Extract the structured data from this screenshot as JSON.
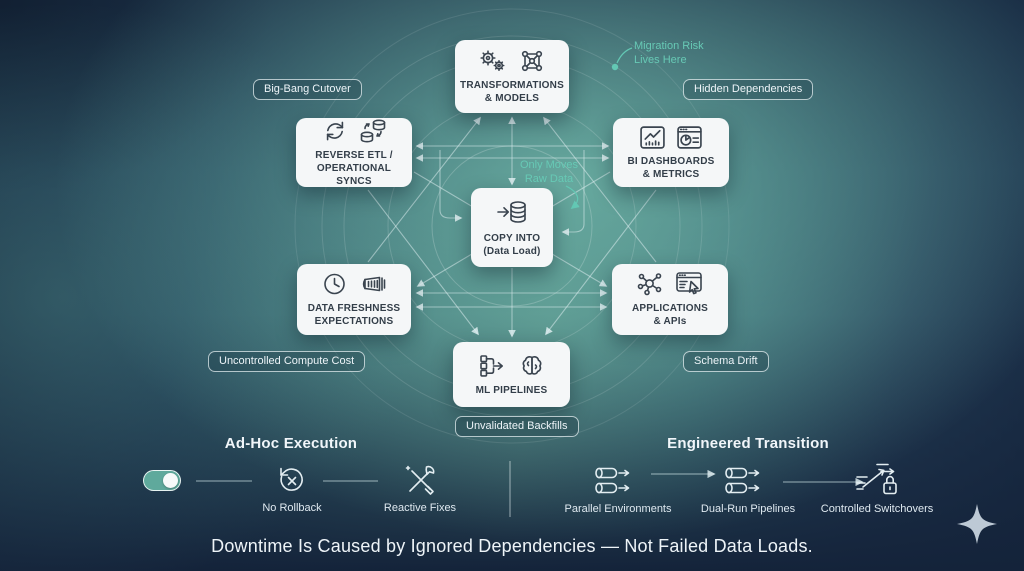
{
  "headline": "Downtime Is Caused by Ignored Dependencies — Not Failed Data Loads.",
  "colors": {
    "teal_accent": "#63c8b4",
    "card_bg": "#f5f7f8",
    "background_navy": "#182c42",
    "background_teal": "#4f8481"
  },
  "diagram": {
    "nodes": {
      "transformations": {
        "label": "TRANSFORMATIONS\n& MODELS",
        "icons": [
          "gears-icon",
          "neural-network-icon"
        ]
      },
      "reverse_etl": {
        "label": "REVERSE ETL /\nOPERATIONAL SYNCS",
        "icons": [
          "sync-arrows-icon",
          "database-sync-icon"
        ]
      },
      "bi_dashboards": {
        "label": "BI DASHBOARDS\n& METRICS",
        "icons": [
          "line-chart-icon",
          "report-pie-icon"
        ]
      },
      "copy_into": {
        "label": "COPY INTO\n(Data Load)",
        "icons": [
          "load-database-icon"
        ]
      },
      "data_freshness": {
        "label": "DATA FRESHNESS\nEXPECTATIONS",
        "icons": [
          "clock-icon",
          "gauge-icon"
        ]
      },
      "applications": {
        "label": "APPLICATIONS\n& APIs",
        "icons": [
          "network-hub-icon",
          "browser-cursor-icon"
        ]
      },
      "ml_pipelines": {
        "label": "ML PIPELINES",
        "icons": [
          "pipeline-icon",
          "brain-icon"
        ]
      }
    },
    "pills": {
      "big_bang": "Big-Bang Cutover",
      "hidden_dependencies": "Hidden Dependencies",
      "uncontrolled_compute": "Uncontrolled Compute Cost",
      "schema_drift": "Schema Drift",
      "unvalidated_backfills": "Unvalidated Backfills"
    },
    "annotations": {
      "migration_risk": "Migration Risk\nLives Here",
      "only_moves": "Only Moves\nRaw Data"
    }
  },
  "bottom": {
    "adhoc": {
      "title": "Ad-Hoc Execution",
      "toggle_on": true,
      "items": {
        "no_rollback": "No Rollback",
        "reactive_fixes": "Reactive Fixes"
      }
    },
    "engineered": {
      "title": "Engineered Transition",
      "items": {
        "parallel": "Parallel Environments",
        "dual_run": "Dual-Run Pipelines",
        "controlled": "Controlled Switchovers"
      }
    }
  }
}
